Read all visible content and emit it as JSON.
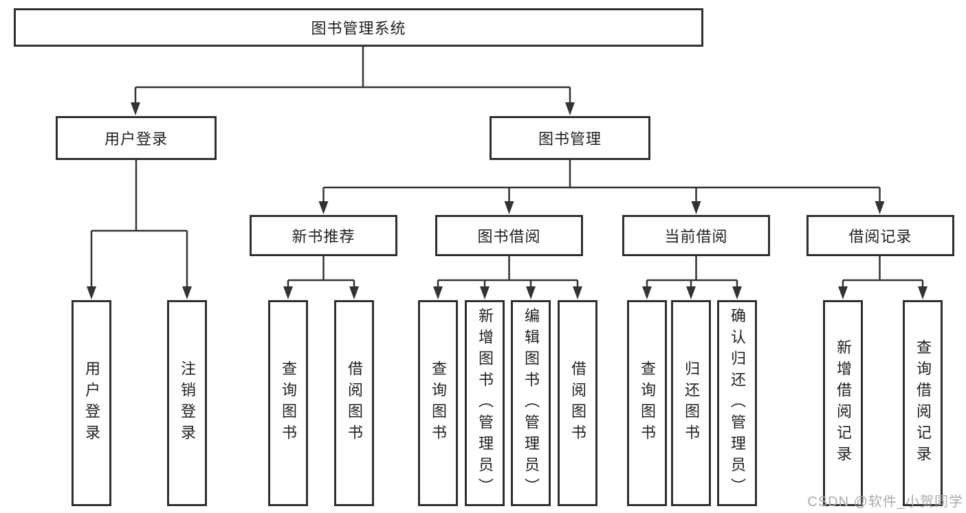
{
  "diagram": {
    "root": {
      "label": "图书管理系统"
    },
    "user_login": {
      "label": "用户登录",
      "children": [
        "用户登录",
        "注销登录"
      ]
    },
    "book_management": {
      "label": "图书管理",
      "sections": [
        {
          "label": "新书推荐",
          "children": [
            "查询图书",
            "借阅图书"
          ]
        },
        {
          "label": "图书借阅",
          "children": [
            "查询图书",
            "新增图书（管理员）",
            "编辑图书（管理员）",
            "借阅图书"
          ]
        },
        {
          "label": "当前借阅",
          "children": [
            "查询图书",
            "归还图书",
            "确认归还（管理员）"
          ]
        },
        {
          "label": "借阅记录",
          "children": [
            "新增借阅记录",
            "查询借阅记录"
          ]
        }
      ]
    }
  },
  "watermark": {
    "text": "CSDN @软件_小贺同学"
  },
  "colors": {
    "line": "#333333",
    "box_border": "#2f2f2f",
    "text": "#1f1f1f",
    "watermark": "#ababab",
    "background": "#ffffff"
  }
}
